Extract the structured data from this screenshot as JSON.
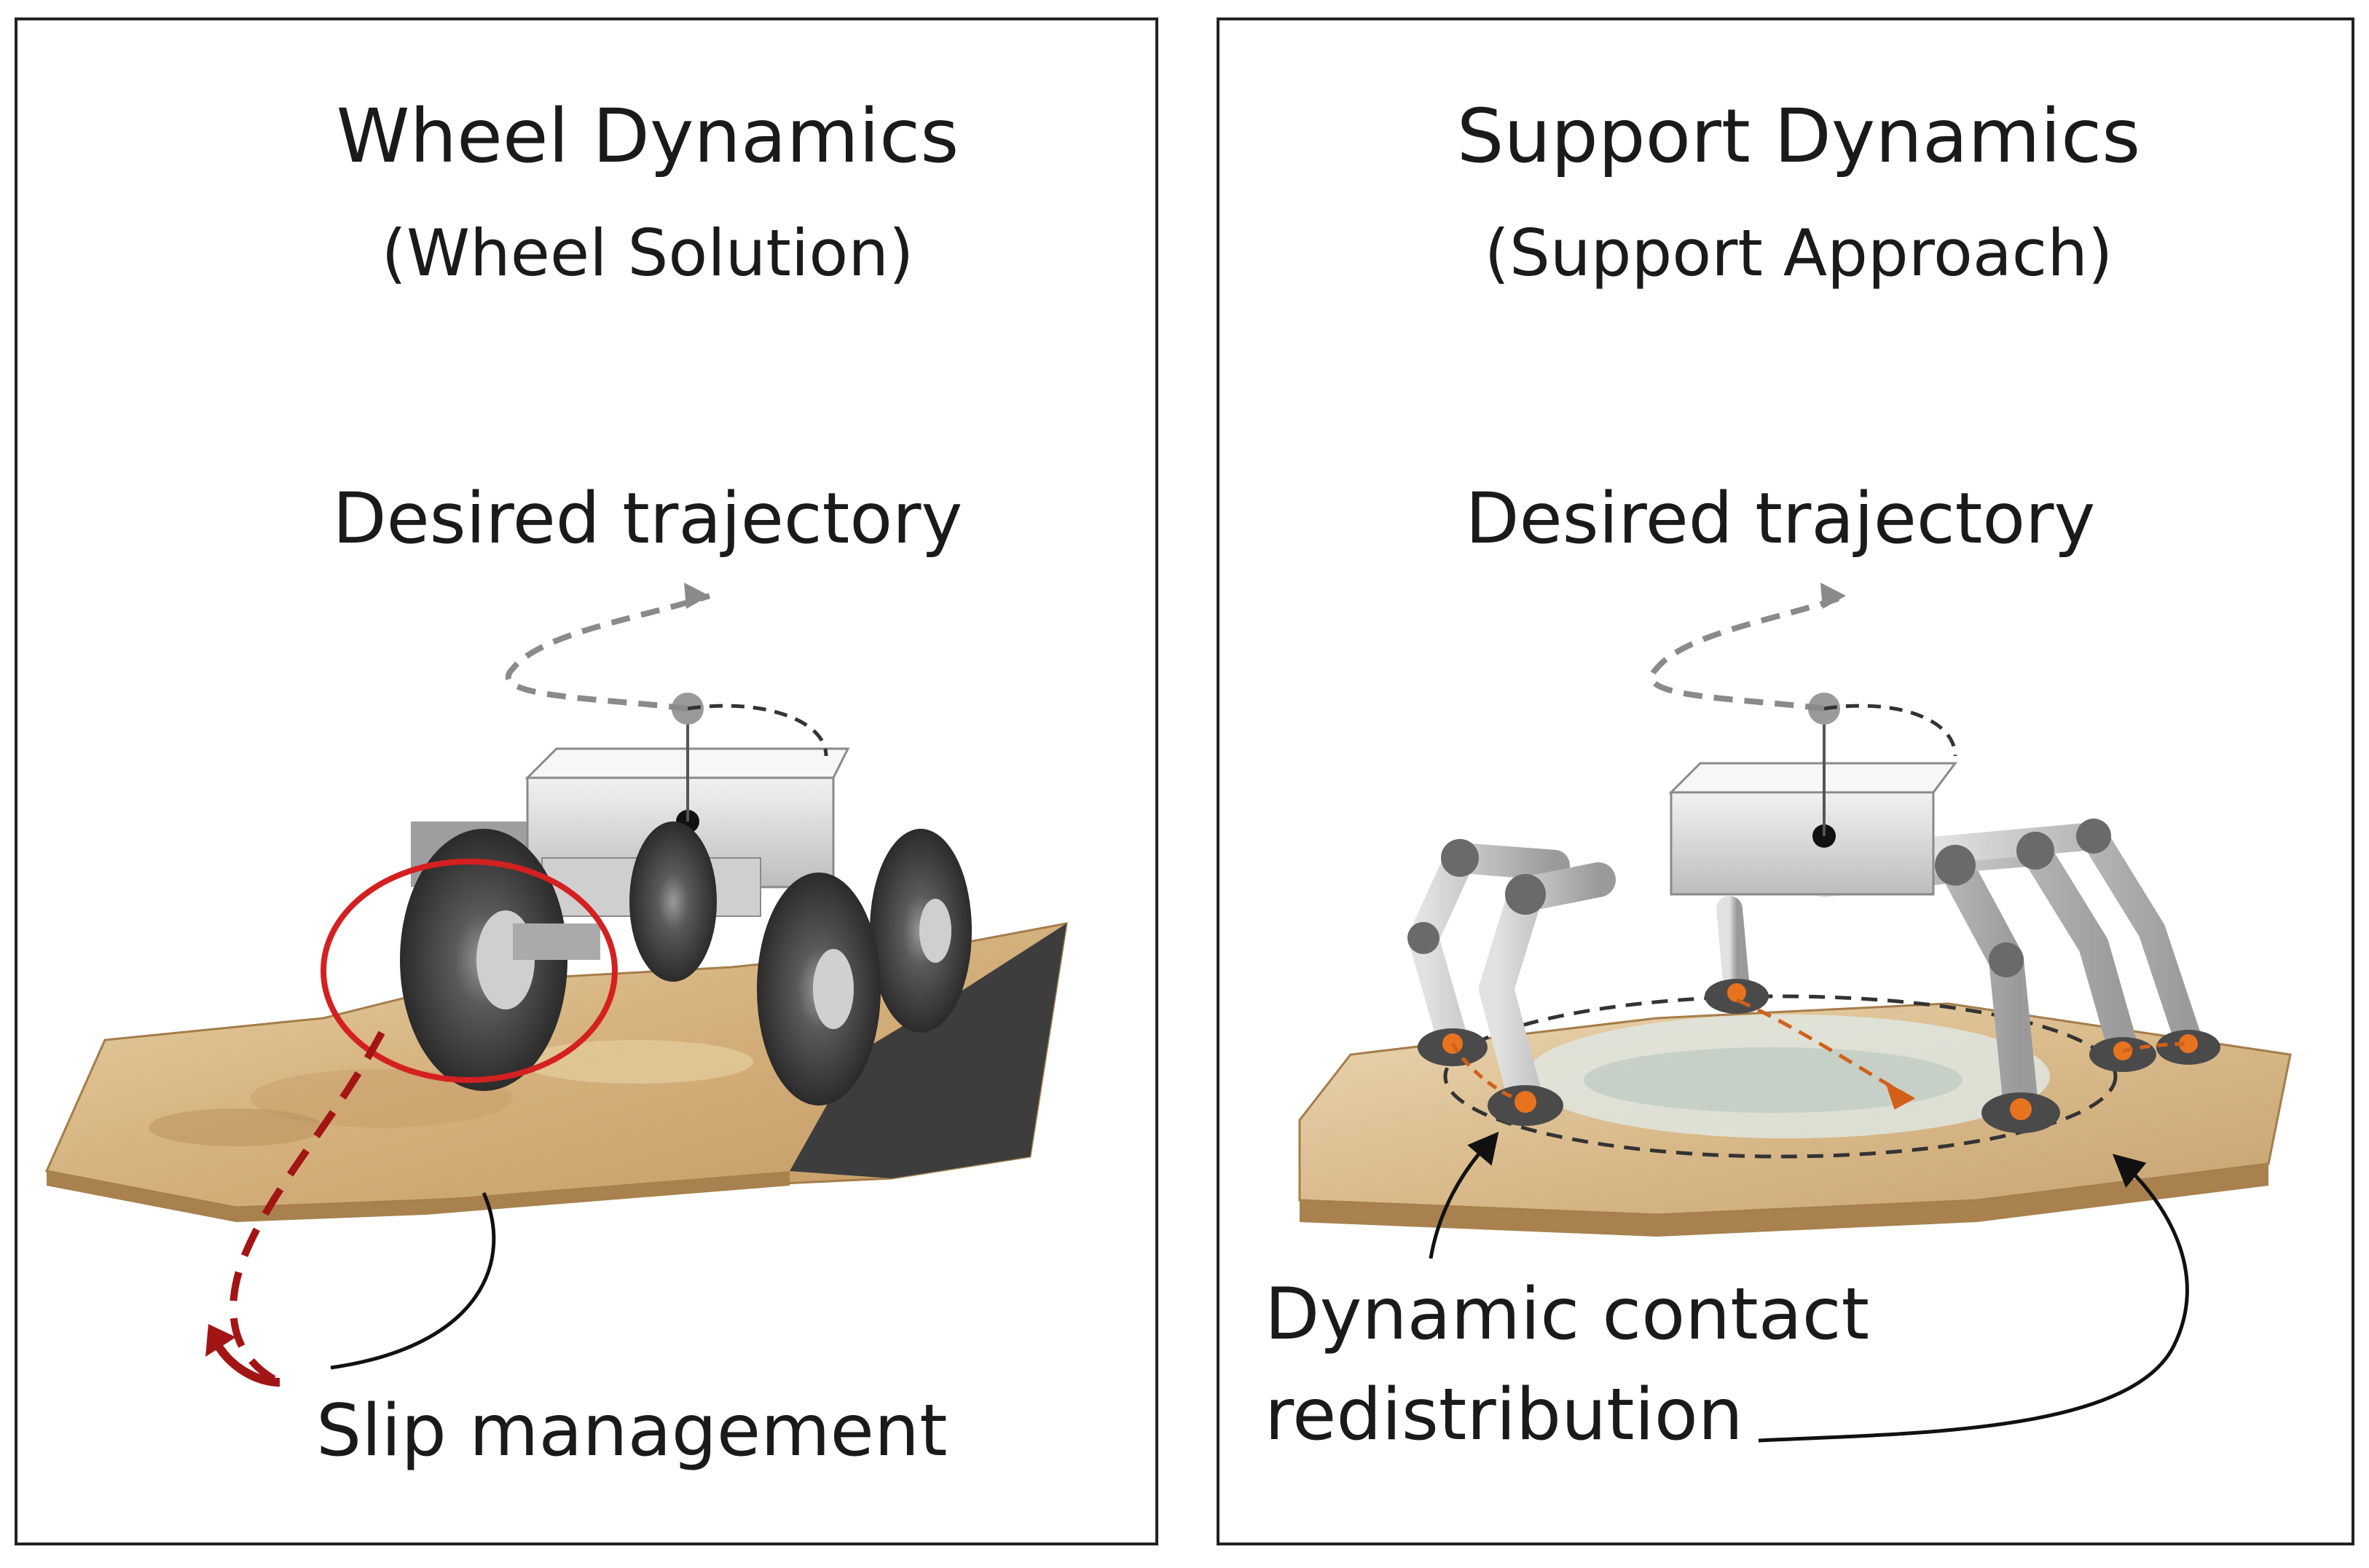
{
  "left_panel": {
    "title": "Wheel Dynamics",
    "subtitle": "(Wheel Solution)",
    "trajectory_label": "Desired trajectory",
    "callout_label": "Slip management"
  },
  "right_panel": {
    "title": "Support Dynamics",
    "subtitle": "(Support Approach)",
    "trajectory_label": "Desired trajectory",
    "callout_label_line1": "Dynamic contact",
    "callout_label_line2": "redistribution"
  },
  "colors": {
    "slip_highlight": "#d42020",
    "contact_marker": "#e8731f",
    "trajectory_dash": "#8a8a8a",
    "terrain_sand": "#d9b98a",
    "terrain_rock": "#3d3d3d"
  }
}
